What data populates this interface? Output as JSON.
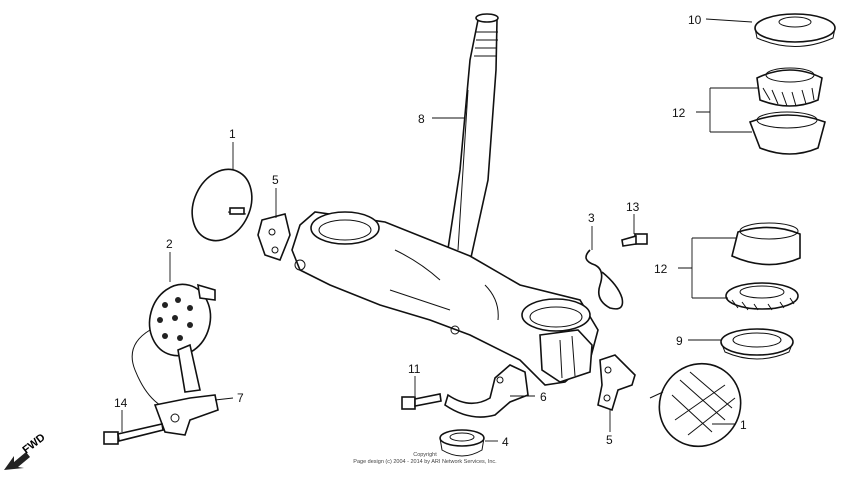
{
  "diagram": {
    "callouts": [
      {
        "id": "c1a",
        "label": "1"
      },
      {
        "id": "c1b",
        "label": "1"
      },
      {
        "id": "c2",
        "label": "2"
      },
      {
        "id": "c3",
        "label": "3"
      },
      {
        "id": "c4",
        "label": "4"
      },
      {
        "id": "c5a",
        "label": "5"
      },
      {
        "id": "c5b",
        "label": "5"
      },
      {
        "id": "c6",
        "label": "6"
      },
      {
        "id": "c7",
        "label": "7"
      },
      {
        "id": "c8",
        "label": "8"
      },
      {
        "id": "c9",
        "label": "9"
      },
      {
        "id": "c10",
        "label": "10"
      },
      {
        "id": "c11",
        "label": "11"
      },
      {
        "id": "c12a",
        "label": "12"
      },
      {
        "id": "c12b",
        "label": "12"
      },
      {
        "id": "c13",
        "label": "13"
      },
      {
        "id": "c14",
        "label": "14"
      }
    ],
    "copyright_line1": "Copyright",
    "copyright_line2": "Page design (c) 2004 - 2014 by ARI Network Services, Inc.",
    "fwd_label": "FWD"
  }
}
